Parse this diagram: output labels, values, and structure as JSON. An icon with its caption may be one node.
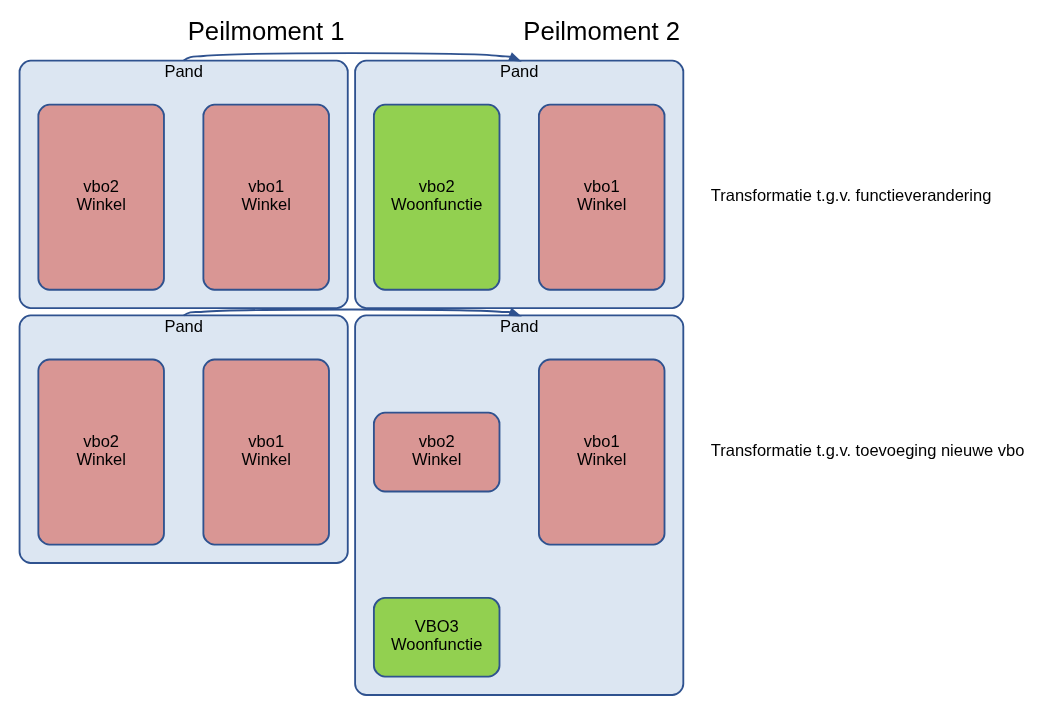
{
  "diagram": {
    "nodes": [
      {
        "text": [
          "Pand"
        ]
      },
      {
        "text": [
          "vbo1",
          "Winkel"
        ],
        "in": 0
      },
      {
        "text": [
          "vbo2",
          "Winkel"
        ],
        "in": 0
      },
      {
        "text": [
          "Pand"
        ]
      },
      {
        "text": [
          "vbo1",
          "Winkel"
        ],
        "in": 3
      },
      {
        "text": [
          "vbo2",
          "Woonfunctie"
        ],
        "in": 3
      },
      {
        "text": [
          "Pand"
        ]
      },
      {
        "text": [
          "vbo1",
          "Winkel"
        ],
        "in": 6
      },
      {
        "text": [
          "vbo2",
          "Winkel"
        ],
        "in": 6
      },
      {
        "text": [
          "Pand"
        ]
      },
      {
        "text": [
          "vbo1",
          "Winkel"
        ],
        "in": 9
      },
      {
        "text": [
          "vbo2",
          "Winkel"
        ],
        "in": 9
      },
      {
        "text": [
          "VBO3",
          "Woonfunctie"
        ],
        "in": 9
      }
    ],
    "edges": [
      {
        "from": 0,
        "to": 3,
        "arrow": "to"
      },
      {
        "from": 6,
        "to": 9,
        "arrow": "to"
      }
    ],
    "labels": [
      "Peilmoment 1",
      "Peilmoment 2",
      "Transformatie t.g.v. functieverandering",
      "Transformatie t.g.v. toevoeging nieuwe vbo"
    ]
  }
}
